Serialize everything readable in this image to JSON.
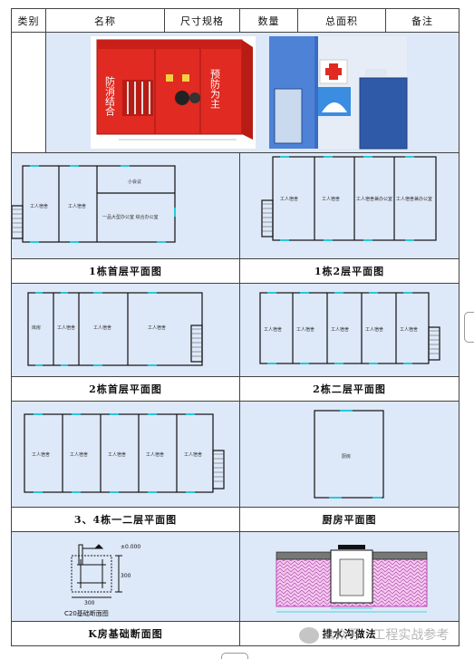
{
  "header": [
    "类别",
    "名称",
    "尺寸规格",
    "数量",
    "总面积",
    "备注"
  ],
  "photos": {
    "cabinet_text_left": "防消结合",
    "cabinet_text_right": "预防为主"
  },
  "captions": {
    "b1_floor1": "1栋首层平面图",
    "b1_floor2": "1栋2层平面图",
    "b2_floor1": "2栋首层平面图",
    "b2_floor2": "2栋二层平面图",
    "b34": "3、4栋一二层平面图",
    "kitchen": "厨房平面图",
    "foundation": "K房基础断面图",
    "drain": "排水沟做法"
  },
  "plans": {
    "room_dorm": "工人宿舍",
    "room_meeting": "小会议",
    "room_office": "一品大型办公室 综合办公室",
    "room_dorm_office": "工人宿舍兼办公室",
    "room_store": "库房",
    "room_kitchen": "厨房"
  },
  "foundation": {
    "level": "±0.000",
    "dim_height": "300",
    "dim_width": "300",
    "title": "C20基础断面图"
  },
  "watermark": "公众号 · 工程实战参考"
}
